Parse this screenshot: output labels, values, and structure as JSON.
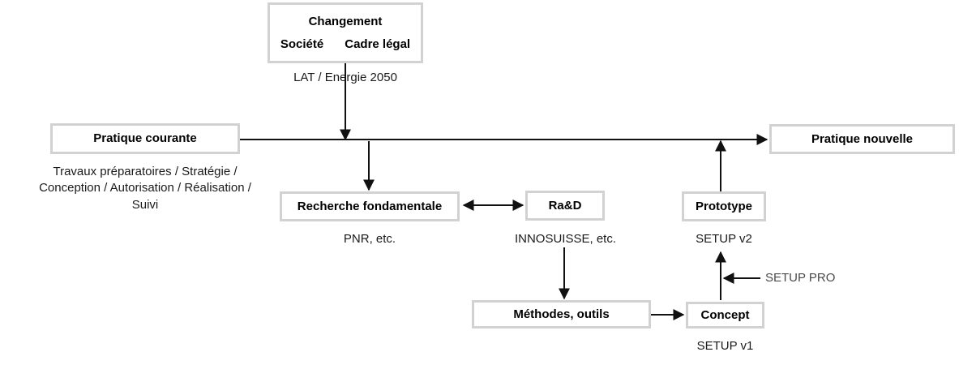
{
  "diagram": {
    "title_node": {
      "heading": "Changement",
      "sub_left": "Société",
      "sub_right": "Cadre légal",
      "caption": "LAT / Energie 2050"
    },
    "nodes": {
      "pratique_courante": "Pratique courante",
      "pratique_nouvelle": "Pratique nouvelle",
      "recherche_fondamentale": "Recherche fondamentale",
      "ra_d": "Ra&D",
      "prototype": "Prototype",
      "methodes_outils": "Méthodes, outils",
      "concept": "Concept"
    },
    "captions": {
      "pratique_courante": "Travaux préparatoires / Stratégie /\nConception / Autorisation / Réalisation /\nSuivi",
      "recherche_fondamentale": "PNR, etc.",
      "ra_d": "INNOSUISSE, etc.",
      "prototype": "SETUP v2",
      "concept": "SETUP v1",
      "setup_pro": "SETUP PRO"
    },
    "colors": {
      "box_border": "#d2d2d2",
      "edge": "#111111",
      "text": "#000000",
      "caption_grey": "#4a4a4a",
      "background": "#ffffff"
    }
  }
}
